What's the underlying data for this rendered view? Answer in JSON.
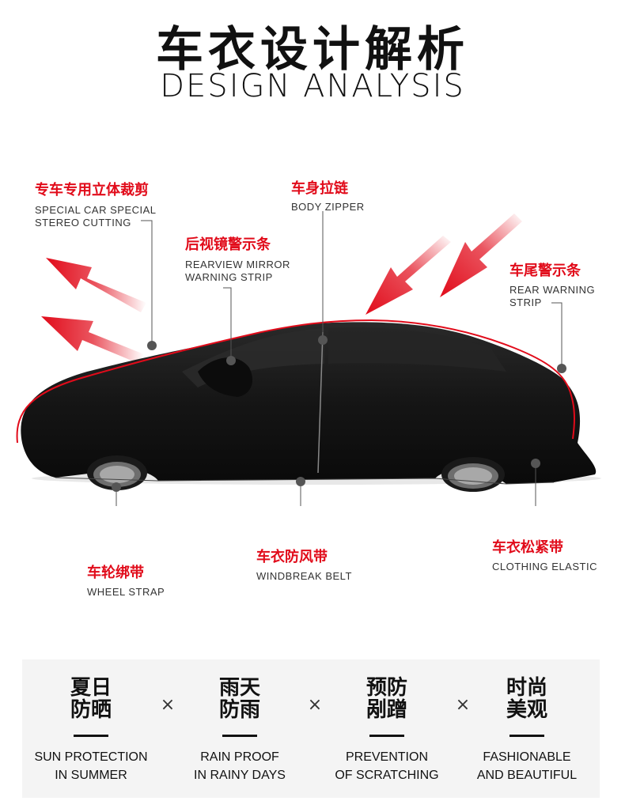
{
  "header": {
    "title_cn": "车衣设计解析",
    "title_en": "DESIGN ANALYSIS"
  },
  "colors": {
    "accent": "#e10b1a",
    "cover": "#151515",
    "band": "#f4f4f4"
  },
  "callouts": {
    "stereo_cutting": {
      "cn": "专车专用立体裁剪",
      "en1": "SPECIAL CAR SPECIAL",
      "en2": "STEREO CUTTING"
    },
    "body_zipper": {
      "cn": "车身拉链",
      "en1": "BODY ZIPPER"
    },
    "mirror_strip": {
      "cn": "后视镜警示条",
      "en1": "REARVIEW MIRROR",
      "en2": "WARNING STRIP"
    },
    "rear_strip": {
      "cn": "车尾警示条",
      "en1": "REAR WARNING",
      "en2": "STRIP"
    },
    "wheel_strap": {
      "cn": "车轮绑带",
      "en1": "WHEEL STRAP"
    },
    "windbreak_belt": {
      "cn": "车衣防风带",
      "en1": "WINDBREAK BELT"
    },
    "clothing_elastic": {
      "cn": "车衣松紧带",
      "en1": "CLOTHING ELASTIC"
    }
  },
  "features": [
    {
      "cn1": "夏日",
      "cn2": "防晒",
      "en1": "SUN PROTECTION",
      "en2": "IN SUMMER"
    },
    {
      "cn1": "雨天",
      "cn2": "防雨",
      "en1": "RAIN PROOF",
      "en2": "IN RAINY DAYS"
    },
    {
      "cn1": "预防",
      "cn2": "剐蹭",
      "en1": "PREVENTION",
      "en2": "OF SCRATCHING"
    },
    {
      "cn1": "时尚",
      "cn2": "美观",
      "en1": "FASHIONABLE",
      "en2": "AND BEAUTIFUL"
    }
  ],
  "separator": "×"
}
